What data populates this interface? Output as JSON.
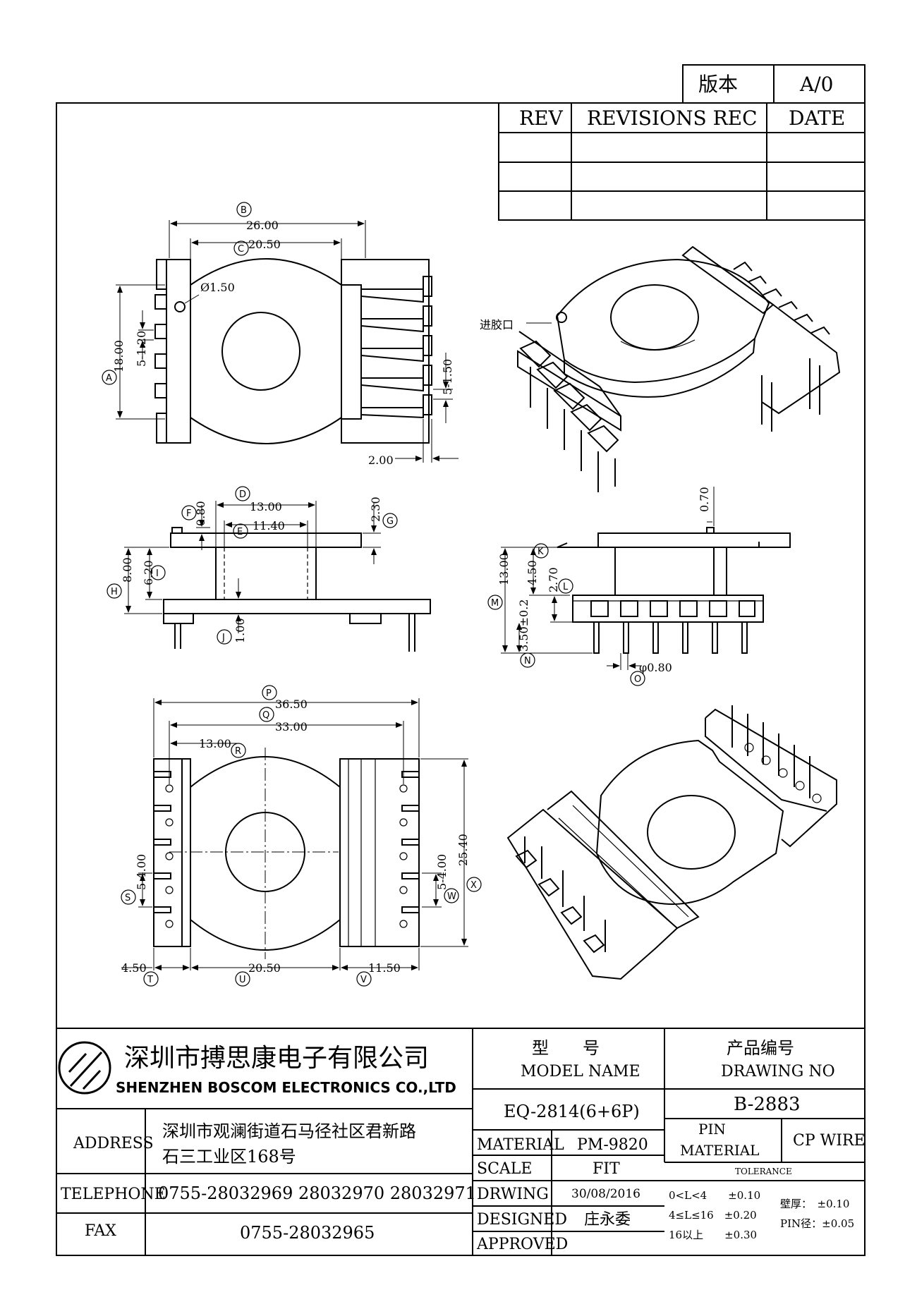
{
  "version_box": {
    "label": "版本",
    "value": "A/0"
  },
  "revisions": {
    "headers": [
      "REV",
      "REVISIONS REC",
      "DATE"
    ],
    "rows": [
      [
        "",
        "",
        ""
      ],
      [
        "",
        "",
        ""
      ],
      [
        "",
        "",
        ""
      ]
    ]
  },
  "top_view": {
    "dims": {
      "B": "26.00",
      "C": "20.50",
      "hole": "Ø1.50",
      "A": "18.00",
      "left_pitch": "5-1.20",
      "right_pitch": "5-1.50",
      "pin_w": "2.00"
    },
    "balloons": [
      "B",
      "C",
      "A"
    ]
  },
  "side_view": {
    "dims": {
      "D": "13.00",
      "E": "11.40",
      "F": "0.80",
      "G": "2.30",
      "H": "8.00",
      "I": "6.20",
      "J": "1.00"
    },
    "balloons": [
      "D",
      "E",
      "F",
      "G",
      "H",
      "I",
      "J"
    ]
  },
  "front_view": {
    "dims": {
      "top": "0.70",
      "M": "13.00",
      "K": "4.50",
      "L": "2.70",
      "pin_len": "3.50±0.2",
      "O": "φ0.80"
    },
    "balloons": [
      "K",
      "L",
      "M",
      "N",
      "O"
    ]
  },
  "bottom_view": {
    "dims": {
      "P": "36.50",
      "Q": "33.00",
      "R": "13.00",
      "X": "25.40",
      "S": "5-4.00",
      "W": "5-4.00",
      "T": "4.50",
      "U": "20.50",
      "V": "11.50"
    },
    "balloons": [
      "P",
      "Q",
      "R",
      "S",
      "W",
      "X",
      "T",
      "U",
      "V"
    ]
  },
  "iso_note": "进胶口",
  "company": {
    "cn": "深圳市搏思康电子有限公司",
    "en": "SHENZHEN BOSCOM ELECTRONICS CO.,LTD"
  },
  "title_block": {
    "address_label": "ADDRESS",
    "address_line1": "深圳市观澜街道石马径社区君新路",
    "address_line2": "石三工业区168号",
    "telephone_label": "TELEPHONE",
    "telephone": "0755-28032969 28032970 28032971",
    "fax_label": "FAX",
    "fax": "0755-28032965",
    "model_cn": "型　　号",
    "model_en": "MODEL NAME",
    "model_value": "EQ-2814(6+6P)",
    "drawing_cn": "产品编号",
    "drawing_en": "DRAWING NO",
    "drawing_value": "B-2883",
    "material_label": "MATERIAL",
    "material_value": "PM-9820",
    "scale_label": "SCALE",
    "scale_value": "FIT",
    "drwing_label": "DRWING",
    "drwing_value": "30/08/2016",
    "designed_label": "DESIGNED",
    "designed_value": "庄永委",
    "approved_label": "APPROVED",
    "approved_value": "",
    "pin_label": "PIN",
    "pin_material_label": "MATERIAL",
    "pin_value": "CP WIRE",
    "tolerance_label": "TOLERANCE",
    "tol_rows": [
      "0<L<4　　±0.10",
      "4≤L≤16　±0.20",
      "16以上　　±0.30"
    ],
    "wall": "壁厚：　±0.10",
    "pin_dia": "PIN径：±0.05"
  }
}
